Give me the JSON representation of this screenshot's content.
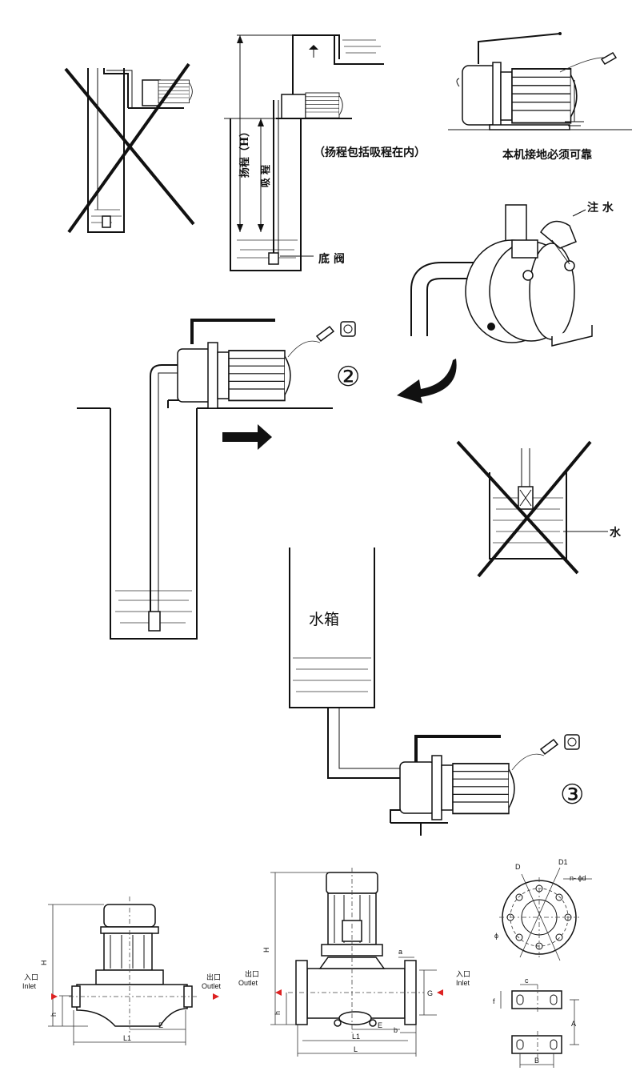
{
  "install": {
    "head_label": "扬程（H）",
    "suction_label": "吸 程",
    "head_note": "（扬程包括吸程在内）",
    "foot_valve_label": "底 阀",
    "ground_note": "本机接地必须可靠",
    "fill_label": "注 水",
    "step2": "②",
    "step3": "③",
    "tank_label": "水箱",
    "water_label": "水"
  },
  "drawings": {
    "inlet_cn": "入口",
    "inlet_en": "Inlet",
    "outlet_cn": "出口",
    "outlet_en": "Outlet",
    "dim_H": "H",
    "dim_h": "h",
    "dim_E": "E",
    "dim_L1": "L1",
    "dim_L": "L",
    "dim_a": "a",
    "dim_b": "b",
    "dim_G": "G",
    "dim_D": "D",
    "dim_D1": "D1",
    "dim_nd": "n- ϕd",
    "dim_phi": "ϕ",
    "dim_c": "c",
    "dim_f": "f",
    "dim_A": "A",
    "dim_B": "B"
  }
}
